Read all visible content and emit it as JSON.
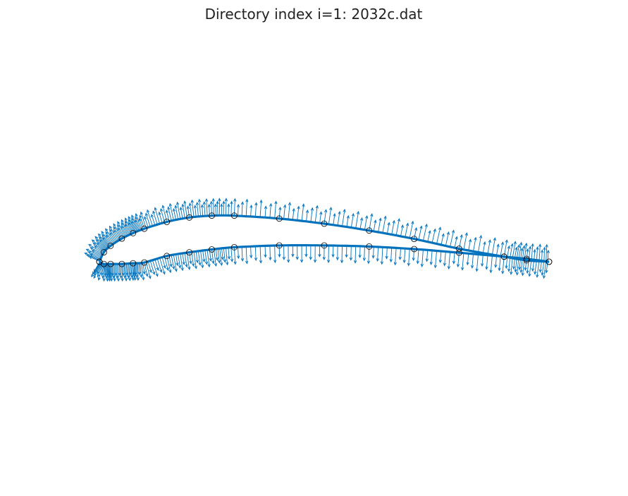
{
  "title": "Directory index i=1: 2032c.dat",
  "colors": {
    "curve": "#0072BD",
    "markers": "#000000",
    "background": "#ffffff"
  },
  "chart_data": {
    "type": "scatter",
    "upper_surface_points": [
      [
        0.0,
        0.0
      ],
      [
        0.01,
        0.026
      ],
      [
        0.025,
        0.044
      ],
      [
        0.05,
        0.064
      ],
      [
        0.075,
        0.079
      ],
      [
        0.1,
        0.091
      ],
      [
        0.15,
        0.11
      ],
      [
        0.2,
        0.122
      ],
      [
        0.25,
        0.127
      ],
      [
        0.3,
        0.127
      ],
      [
        0.4,
        0.119
      ],
      [
        0.5,
        0.105
      ],
      [
        0.6,
        0.086
      ],
      [
        0.7,
        0.063
      ],
      [
        0.8,
        0.036
      ],
      [
        0.9,
        0.014
      ],
      [
        0.95,
        0.004
      ],
      [
        1.0,
        0.0
      ]
    ],
    "lower_surface_points": [
      [
        0.0,
        0.0
      ],
      [
        0.01,
        -0.006
      ],
      [
        0.025,
        -0.006
      ],
      [
        0.05,
        -0.006
      ],
      [
        0.075,
        -0.004
      ],
      [
        0.1,
        -0.002
      ],
      [
        0.15,
        0.016
      ],
      [
        0.2,
        0.026
      ],
      [
        0.25,
        0.034
      ],
      [
        0.3,
        0.04
      ],
      [
        0.4,
        0.045
      ],
      [
        0.5,
        0.045
      ],
      [
        0.6,
        0.042
      ],
      [
        0.7,
        0.035
      ],
      [
        0.8,
        0.025
      ],
      [
        0.9,
        0.014
      ],
      [
        0.95,
        0.008
      ],
      [
        1.0,
        0.0
      ]
    ]
  }
}
